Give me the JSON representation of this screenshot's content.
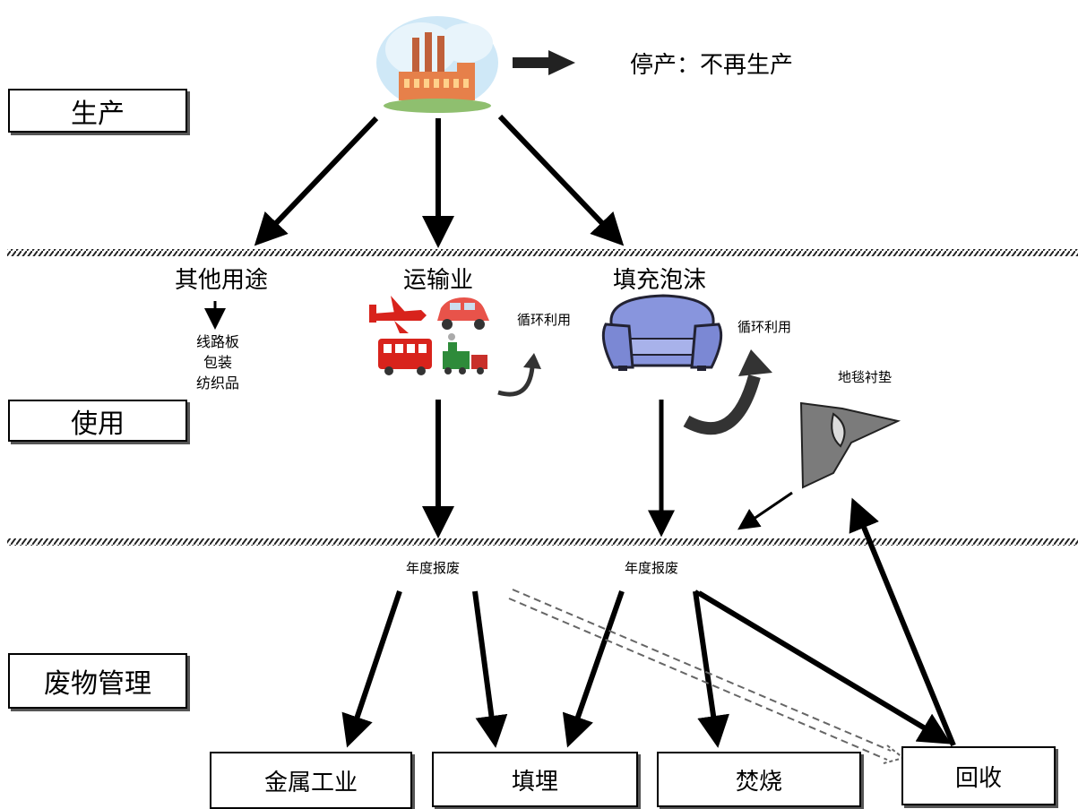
{
  "stages": {
    "production": "生产",
    "use": "使用",
    "waste_management": "废物管理"
  },
  "top": {
    "stop_production": "停产：不再生产"
  },
  "categories": {
    "other_uses": "其他用途",
    "transportation": "运输业",
    "foam_filling": "填充泡沫"
  },
  "other_uses_items": [
    "线路板",
    "包装",
    "纺织品"
  ],
  "annotations": {
    "recycle_use_1": "循环利用",
    "recycle_use_2": "循环利用",
    "carpet_underlay": "地毯衬垫",
    "annual_scrap_1": "年度报废",
    "annual_scrap_2": "年度报废"
  },
  "destinations": {
    "metal_industry": "金属工业",
    "landfill": "填埋",
    "incineration": "焚烧",
    "recycling": "回收"
  }
}
